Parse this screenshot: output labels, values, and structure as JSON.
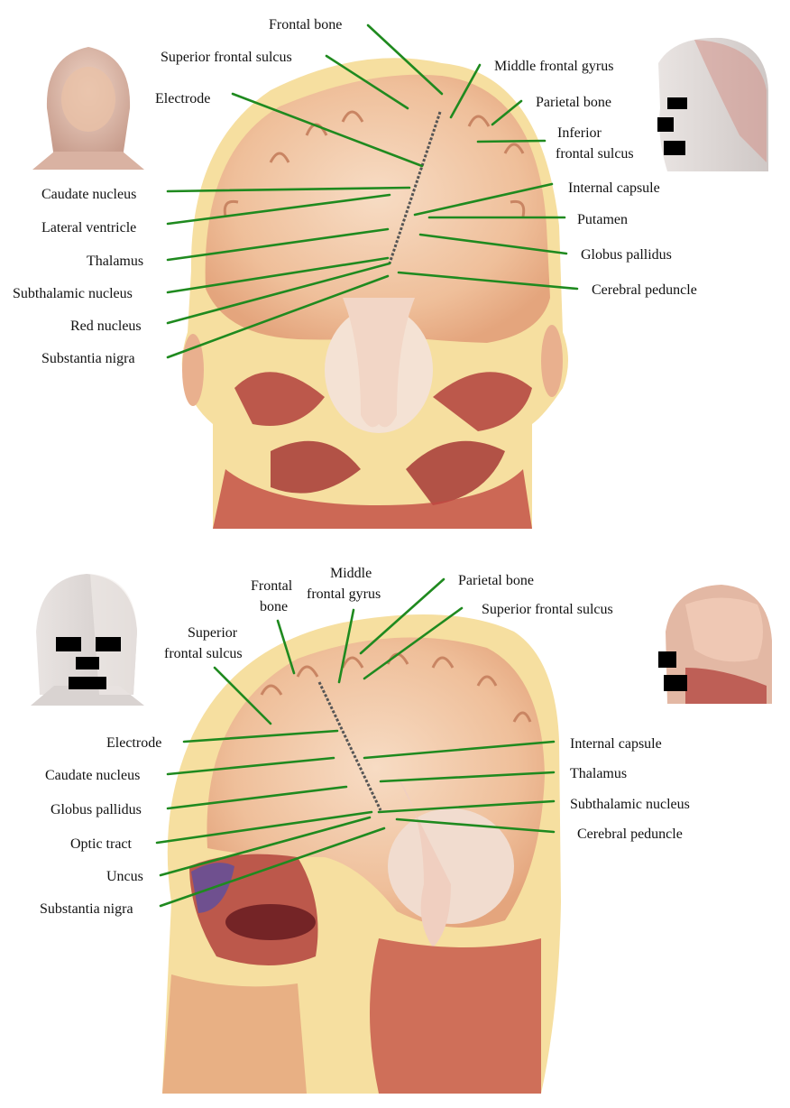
{
  "colors": {
    "leader": "#1f8a1f",
    "tissue": "#f2c9a6",
    "bone": "#f6dfa0",
    "muscle": "#b2413c",
    "redaction": "#000000"
  },
  "panels": {
    "coronal": {
      "labels": [
        "Frontal bone",
        "Superior frontal sulcus",
        "Middle frontal gyrus",
        "Electrode",
        "Parietal bone",
        "Inferior",
        "frontal sulcus",
        "Caudate nucleus",
        "Internal capsule",
        "Lateral ventricle",
        "Putamen",
        "Thalamus",
        "Globus pallidus",
        "Subthalamic nucleus",
        "Cerebral peduncle",
        "Red nucleus",
        "Substantia nigra"
      ]
    },
    "sagittal": {
      "labels": [
        "Frontal",
        "bone",
        "Middle",
        "frontal gyrus",
        "Parietal bone",
        "Superior frontal sulcus",
        "Superior",
        "frontal sulcus",
        "Electrode",
        "Internal capsule",
        "Caudate nucleus",
        "Thalamus",
        "Globus pallidus",
        "Subthalamic nucleus",
        "Optic tract",
        "Cerebral peduncle",
        "Uncus",
        "Substantia nigra"
      ]
    }
  }
}
